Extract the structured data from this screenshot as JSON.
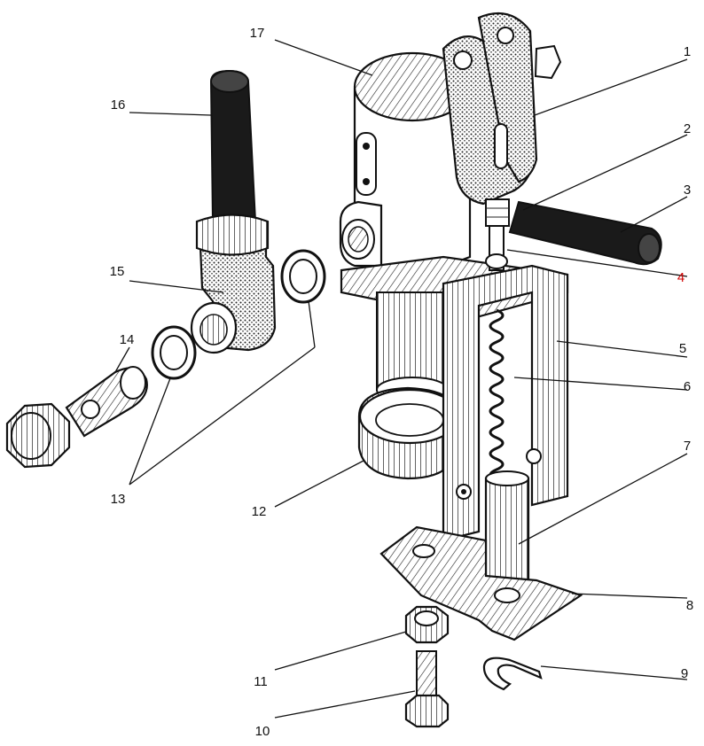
{
  "callouts": [
    {
      "id": "1",
      "label": "1",
      "color": "#111111"
    },
    {
      "id": "2",
      "label": "2",
      "color": "#111111"
    },
    {
      "id": "3",
      "label": "3",
      "color": "#111111"
    },
    {
      "id": "4",
      "label": "4",
      "color": "#d00000"
    },
    {
      "id": "5",
      "label": "5",
      "color": "#111111"
    },
    {
      "id": "6",
      "label": "6",
      "color": "#111111"
    },
    {
      "id": "7",
      "label": "7",
      "color": "#111111"
    },
    {
      "id": "8",
      "label": "8",
      "color": "#111111"
    },
    {
      "id": "9",
      "label": "9",
      "color": "#111111"
    },
    {
      "id": "10",
      "label": "10",
      "color": "#111111"
    },
    {
      "id": "11",
      "label": "11",
      "color": "#111111"
    },
    {
      "id": "12",
      "label": "12",
      "color": "#111111"
    },
    {
      "id": "13",
      "label": "13",
      "color": "#111111"
    },
    {
      "id": "14",
      "label": "14",
      "color": "#111111"
    },
    {
      "id": "15",
      "label": "15",
      "color": "#111111"
    },
    {
      "id": "16",
      "label": "16",
      "color": "#111111"
    },
    {
      "id": "17",
      "label": "17",
      "color": "#111111"
    }
  ]
}
